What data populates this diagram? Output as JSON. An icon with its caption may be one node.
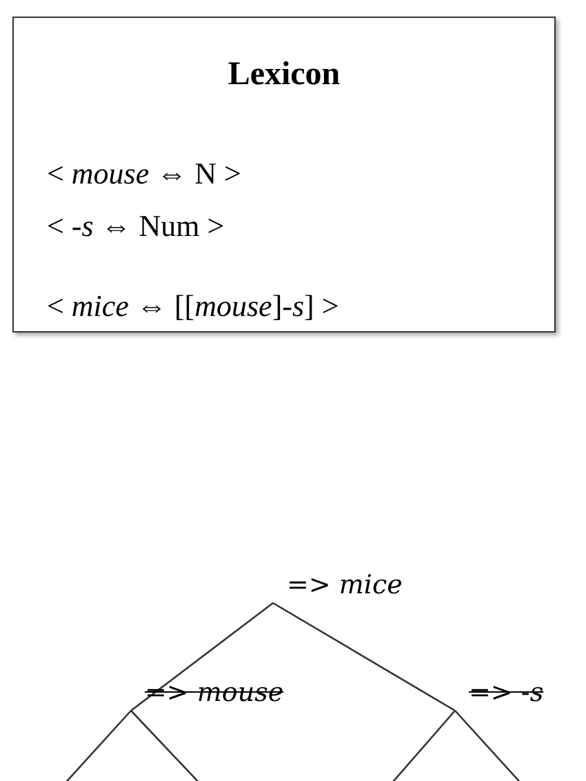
{
  "diagram": {
    "nodes": [
      {
        "text": [
          "Lexicon",
          "< *mouse* ⇔ N >",
          "< -*s* ⇔ Num >",
          "< *mice* ⇔ [[*mouse*]-*s*] >"
        ]
      },
      {
        "text": [
          "=> *mice*"
        ]
      },
      {
        "text": [
          "=> *mouse*"
        ]
      },
      {
        "text": [
          "=> -*s*"
        ]
      }
    ],
    "edges": [
      {
        "from": 1,
        "to": 2,
        "arrow": "none"
      },
      {
        "from": 1,
        "to": 3,
        "arrow": "none"
      },
      {
        "from": 2,
        "to": null,
        "arrow": "none"
      },
      {
        "from": 2,
        "to": null,
        "arrow": "none"
      },
      {
        "from": 3,
        "to": null,
        "arrow": "none"
      },
      {
        "from": 3,
        "to": null,
        "arrow": "none"
      }
    ]
  }
}
